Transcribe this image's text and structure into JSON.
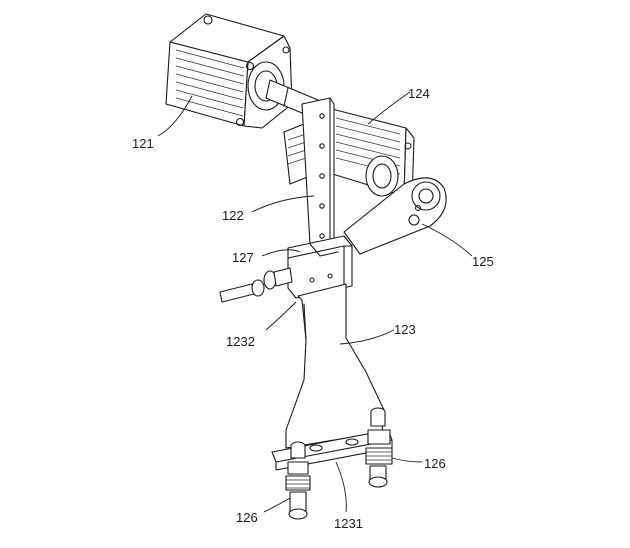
{
  "labels": {
    "motor_1": "121",
    "motor_2": "124",
    "rail": "122",
    "item_127": "127",
    "plate": "123",
    "belt_arm": "125",
    "item_1232": "1232",
    "cup_left": "126",
    "cup_right": "126",
    "bracket": "1231"
  },
  "colors": {
    "line": "#1a1a1a",
    "background": "#ffffff"
  }
}
